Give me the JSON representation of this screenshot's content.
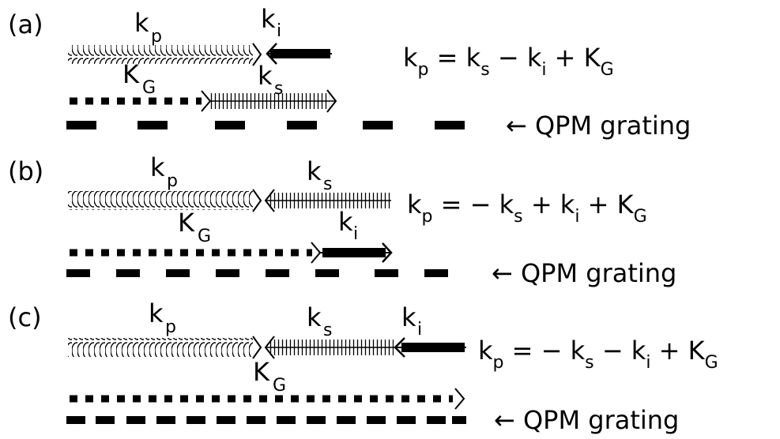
{
  "colors": {
    "ink": "#000000",
    "background": "#ffffff"
  },
  "panels": [
    {
      "id": "a",
      "label": "(a)",
      "k_p": {
        "k": "k",
        "sub": "p"
      },
      "k_i": {
        "k": "k",
        "sub": "i"
      },
      "k_s": {
        "k": "k",
        "sub": "s"
      },
      "K_G": {
        "k": "K",
        "sub": "G"
      },
      "equation": [
        {
          "t": "k"
        },
        {
          "s": "p"
        },
        {
          "t": " = k"
        },
        {
          "s": "s"
        },
        {
          "t": " − k"
        },
        {
          "s": "i"
        },
        {
          "t": " + K"
        },
        {
          "s": "G"
        }
      ],
      "grating_label": "← QPM grating"
    },
    {
      "id": "b",
      "label": "(b)",
      "k_p": {
        "k": "k",
        "sub": "p"
      },
      "k_s": {
        "k": "k",
        "sub": "s"
      },
      "k_i": {
        "k": "k",
        "sub": "i"
      },
      "K_G": {
        "k": "K",
        "sub": "G"
      },
      "equation": [
        {
          "t": "k"
        },
        {
          "s": "p"
        },
        {
          "t": " = − k"
        },
        {
          "s": "s"
        },
        {
          "t": " + k"
        },
        {
          "s": "i"
        },
        {
          "t": " + K"
        },
        {
          "s": "G"
        }
      ],
      "grating_label": "←  QPM grating"
    },
    {
      "id": "c",
      "label": "(c)",
      "k_p": {
        "k": "k",
        "sub": "p"
      },
      "k_s": {
        "k": "k",
        "sub": "s"
      },
      "k_i": {
        "k": "k",
        "sub": "i"
      },
      "K_G": {
        "k": "K",
        "sub": "G"
      },
      "equation": [
        {
          "t": "k"
        },
        {
          "s": "p"
        },
        {
          "t": " = − k"
        },
        {
          "s": "s"
        },
        {
          "t": " − k"
        },
        {
          "s": "i"
        },
        {
          "t": " + K"
        },
        {
          "s": "G"
        }
      ],
      "grating_label": "← QPM grating"
    }
  ]
}
